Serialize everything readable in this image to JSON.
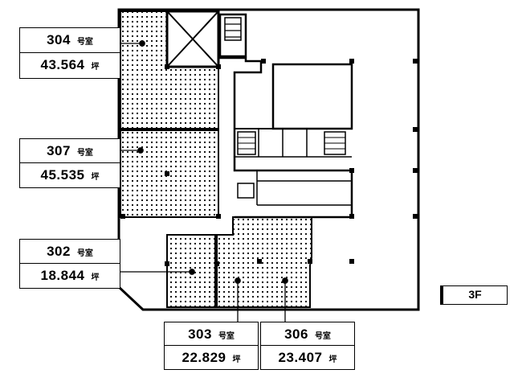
{
  "floor_label": "3F",
  "units": [
    {
      "id": "304",
      "room_suffix": "号室",
      "area": "43.564",
      "area_unit": "坪"
    },
    {
      "id": "307",
      "room_suffix": "号室",
      "area": "45.535",
      "area_unit": "坪"
    },
    {
      "id": "302",
      "room_suffix": "号室",
      "area": "18.844",
      "area_unit": "坪"
    },
    {
      "id": "303",
      "room_suffix": "号室",
      "area": "22.829",
      "area_unit": "坪"
    },
    {
      "id": "306",
      "room_suffix": "号室",
      "area": "23.407",
      "area_unit": "坪"
    }
  ],
  "colors": {
    "line": "#000000",
    "background": "#ffffff"
  }
}
